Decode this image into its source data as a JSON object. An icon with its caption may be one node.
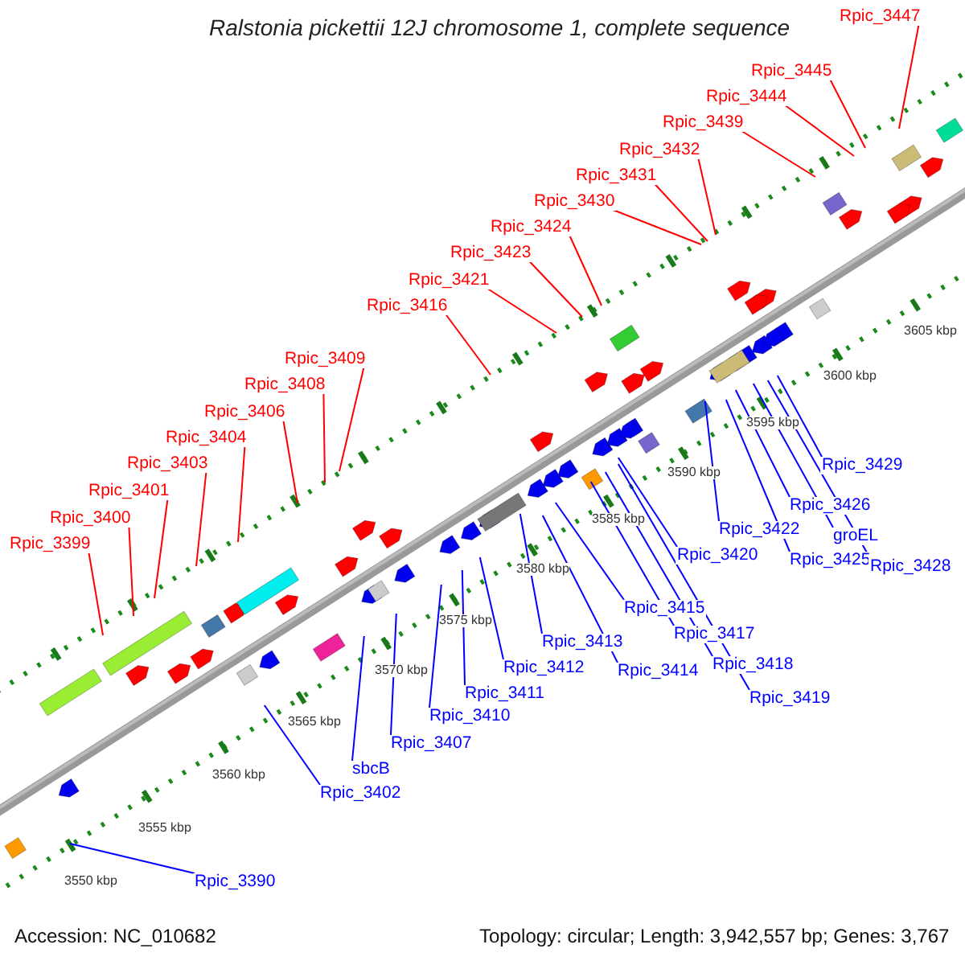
{
  "diagram": {
    "title": "Ralstonia pickettii 12J chromosome 1, complete sequence",
    "nodes": [
      {
        "text": [
          "Rpic_3447"
        ]
      },
      {
        "text": [
          "Rpic_3445"
        ]
      },
      {
        "text": [
          "Rpic_3444"
        ]
      },
      {
        "text": [
          "Rpic_3439"
        ]
      },
      {
        "text": [
          "Rpic_3432"
        ]
      },
      {
        "text": [
          "Rpic_3431"
        ]
      },
      {
        "text": [
          "Rpic_3430"
        ]
      },
      {
        "text": [
          "Rpic_3424"
        ]
      },
      {
        "text": [
          "Rpic_3423"
        ]
      },
      {
        "text": [
          "Rpic_3421"
        ]
      },
      {
        "text": [
          "Rpic_3416"
        ]
      },
      {
        "text": [
          "Rpic_3409"
        ]
      },
      {
        "text": [
          "Rpic_3408"
        ]
      },
      {
        "text": [
          "Rpic_3406"
        ]
      },
      {
        "text": [
          "Rpic_3404"
        ]
      },
      {
        "text": [
          "Rpic_3403"
        ]
      },
      {
        "text": [
          "Rpic_3401"
        ]
      },
      {
        "text": [
          "Rpic_3400"
        ]
      },
      {
        "text": [
          "Rpic_3399"
        ]
      },
      {
        "text": [
          "Rpic_3429"
        ]
      },
      {
        "text": [
          "Rpic_3426"
        ]
      },
      {
        "text": [
          "groEL"
        ]
      },
      {
        "text": [
          "Rpic_3425"
        ]
      },
      {
        "text": [
          "Rpic_3428"
        ]
      },
      {
        "text": [
          "Rpic_3422"
        ]
      },
      {
        "text": [
          "Rpic_3420"
        ]
      },
      {
        "text": [
          "Rpic_3415"
        ]
      },
      {
        "text": [
          "Rpic_3417"
        ]
      },
      {
        "text": [
          "Rpic_3418"
        ]
      },
      {
        "text": [
          "Rpic_3419"
        ]
      },
      {
        "text": [
          "Rpic_3413"
        ]
      },
      {
        "text": [
          "Rpic_3414"
        ]
      },
      {
        "text": [
          "Rpic_3412"
        ]
      },
      {
        "text": [
          "Rpic_3411"
        ]
      },
      {
        "text": [
          "Rpic_3410"
        ]
      },
      {
        "text": [
          "Rpic_3407"
        ]
      },
      {
        "text": [
          "sbcB"
        ]
      },
      {
        "text": [
          "Rpic_3402"
        ]
      },
      {
        "text": [
          "Rpic_3390"
        ]
      }
    ],
    "edges": [
      {
        "from": 0,
        "to": null,
        "arrow": "none",
        "color": "#ff0000"
      },
      {
        "from": 1,
        "to": null,
        "arrow": "none",
        "color": "#ff0000"
      },
      {
        "from": 2,
        "to": null,
        "arrow": "none",
        "color": "#ff0000"
      },
      {
        "from": 3,
        "to": null,
        "arrow": "none",
        "color": "#ff0000"
      },
      {
        "from": 4,
        "to": null,
        "arrow": "none",
        "color": "#ff0000"
      },
      {
        "from": 5,
        "to": null,
        "arrow": "none",
        "color": "#ff0000"
      },
      {
        "from": 6,
        "to": null,
        "arrow": "none",
        "color": "#ff0000"
      },
      {
        "from": 7,
        "to": null,
        "arrow": "none",
        "color": "#ff0000"
      },
      {
        "from": 8,
        "to": null,
        "arrow": "none",
        "color": "#ff0000"
      },
      {
        "from": 9,
        "to": null,
        "arrow": "none",
        "color": "#ff0000"
      },
      {
        "from": 10,
        "to": null,
        "arrow": "none",
        "color": "#ff0000"
      },
      {
        "from": 11,
        "to": null,
        "arrow": "none",
        "color": "#ff0000"
      },
      {
        "from": 12,
        "to": null,
        "arrow": "none",
        "color": "#ff0000"
      },
      {
        "from": 13,
        "to": null,
        "arrow": "none",
        "color": "#ff0000"
      },
      {
        "from": 14,
        "to": null,
        "arrow": "none",
        "color": "#ff0000"
      },
      {
        "from": 15,
        "to": null,
        "arrow": "none",
        "color": "#ff0000"
      },
      {
        "from": 16,
        "to": null,
        "arrow": "none",
        "color": "#ff0000"
      },
      {
        "from": 17,
        "to": null,
        "arrow": "none",
        "color": "#ff0000"
      },
      {
        "from": 18,
        "to": null,
        "arrow": "none",
        "color": "#ff0000"
      },
      {
        "from": 19,
        "to": null,
        "arrow": "none"
      },
      {
        "from": 20,
        "to": null,
        "arrow": "none"
      },
      {
        "from": 21,
        "to": null,
        "arrow": "none"
      },
      {
        "from": 22,
        "to": null,
        "arrow": "none"
      },
      {
        "from": 23,
        "to": null,
        "arrow": "none"
      },
      {
        "from": 24,
        "to": null,
        "arrow": "none"
      },
      {
        "from": 25,
        "to": null,
        "arrow": "none"
      },
      {
        "from": 26,
        "to": null,
        "arrow": "none"
      },
      {
        "from": 27,
        "to": null,
        "arrow": "none"
      },
      {
        "from": 28,
        "to": null,
        "arrow": "none"
      },
      {
        "from": 29,
        "to": null,
        "arrow": "none"
      },
      {
        "from": 30,
        "to": null,
        "arrow": "none"
      },
      {
        "from": 31,
        "to": null,
        "arrow": "none"
      },
      {
        "from": 32,
        "to": null,
        "arrow": "none"
      },
      {
        "from": 33,
        "to": null,
        "arrow": "none"
      },
      {
        "from": 34,
        "to": null,
        "arrow": "none"
      },
      {
        "from": 35,
        "to": null,
        "arrow": "none"
      },
      {
        "from": 36,
        "to": null,
        "arrow": "none"
      },
      {
        "from": 37,
        "to": null,
        "arrow": "none"
      },
      {
        "from": 38,
        "to": null,
        "arrow": "none"
      }
    ],
    "labels": [
      "3605 kbp",
      "3600 kbp",
      "3595 kbp",
      "3590 kbp",
      "3585 kbp",
      "3580 kbp",
      "3575 kbp",
      "3570 kbp",
      "3565 kbp",
      "3560 kbp",
      "3555 kbp",
      "3550 kbp",
      "Accession: NC_010682",
      "Topology: circular; Length: 3,942,557 bp; Genes: 3,767"
    ]
  }
}
